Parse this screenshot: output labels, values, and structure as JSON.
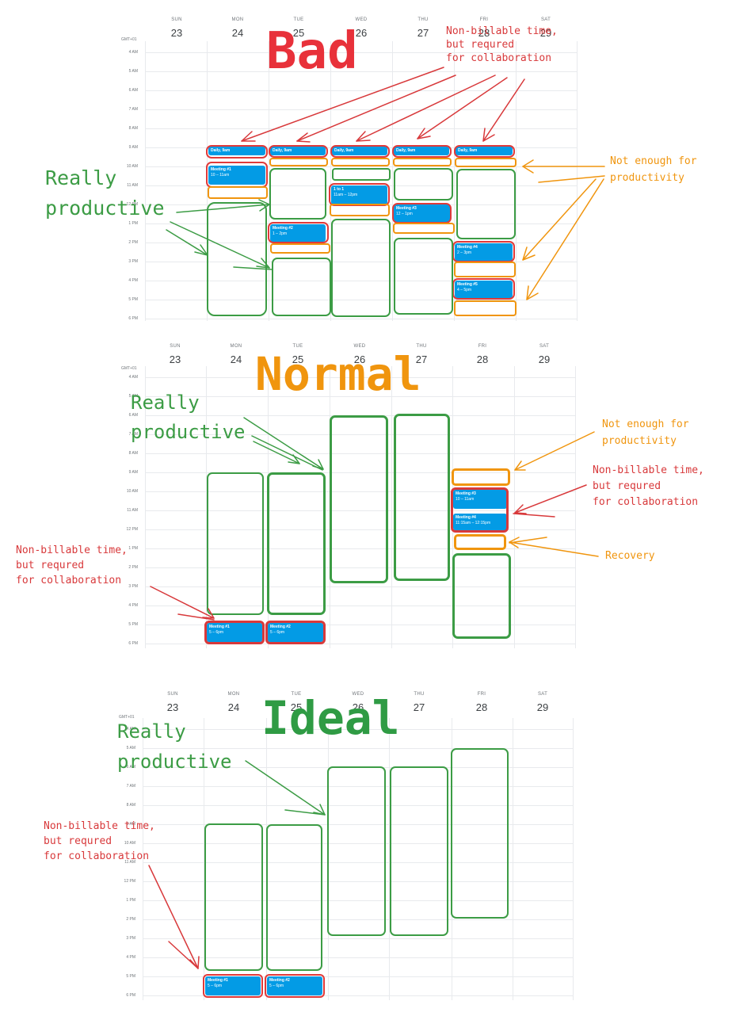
{
  "calendar": {
    "tz": "GMT+01",
    "days": [
      {
        "name": "SUN",
        "num": "23"
      },
      {
        "name": "MON",
        "num": "24"
      },
      {
        "name": "TUE",
        "num": "25"
      },
      {
        "name": "WED",
        "num": "26"
      },
      {
        "name": "THU",
        "num": "27"
      },
      {
        "name": "FRI",
        "num": "28"
      },
      {
        "name": "SAT",
        "num": "29"
      }
    ],
    "hours": [
      "4 AM",
      "5 AM",
      "6 AM",
      "7 AM",
      "8 AM",
      "9 AM",
      "10 AM",
      "11 AM",
      "12 PM",
      "1 PM",
      "2 PM",
      "3 PM",
      "4 PM",
      "5 PM",
      "6 PM"
    ]
  },
  "panels": {
    "bad": {
      "heading": "Bad",
      "events": {
        "daily": {
          "title": "Daily, 9am"
        },
        "meeting1": {
          "title": "Meeting #1",
          "time": "10 – 11am"
        },
        "one_to_one": {
          "title": "1 to 1",
          "time": "11am – 12pm"
        },
        "meeting2": {
          "title": "Meeting #2",
          "time": "1 – 2pm"
        },
        "meeting3": {
          "title": "Meeting #3",
          "time": "12 – 1pm"
        },
        "meeting4": {
          "title": "Meeting #4",
          "time": "2 – 3pm"
        },
        "meeting5": {
          "title": "Meeting #5",
          "time": "4 – 5pm"
        }
      },
      "notes": {
        "nonbillable": [
          "Non-billable time,",
          "but requred",
          "for collaboration"
        ],
        "not_enough": [
          "Not enough for",
          "productivity"
        ],
        "productive": [
          "Really",
          "productive"
        ]
      }
    },
    "normal": {
      "heading": "Normal",
      "events": {
        "meeting1": {
          "title": "Meeting #1",
          "time": "5 – 6pm"
        },
        "meeting2": {
          "title": "Meeting #2",
          "time": "5 – 6pm"
        },
        "meeting3": {
          "title": "Meeting #3",
          "time": "10 – 11am"
        },
        "meeting4": {
          "title": "Meeting #4",
          "time": "11:15am – 12:15pm"
        }
      },
      "notes": {
        "productive": [
          "Really",
          "productive"
        ],
        "not_enough": [
          "Not enough for",
          "productivity"
        ],
        "nonbillable_right": [
          "Non-billable time,",
          "but requred",
          "for collaboration"
        ],
        "nonbillable_left": [
          "Non-billable time,",
          "but requred",
          "for collaboration"
        ],
        "recovery": "Recovery"
      }
    },
    "ideal": {
      "heading": "Ideal",
      "events": {
        "meeting1": {
          "title": "Meeting #1",
          "time": "5 – 6pm"
        },
        "meeting2": {
          "title": "Meeting #2",
          "time": "5 – 6pm"
        }
      },
      "notes": {
        "productive": [
          "Really",
          "productive"
        ],
        "nonbillable": [
          "Non-billable time,",
          "but requred",
          "for collaboration"
        ]
      }
    }
  },
  "colors": {
    "event_blue": "#039be5",
    "productive_green": "#3c9c45",
    "warning_orange": "#f0950e",
    "meeting_red": "#e03a3a"
  }
}
